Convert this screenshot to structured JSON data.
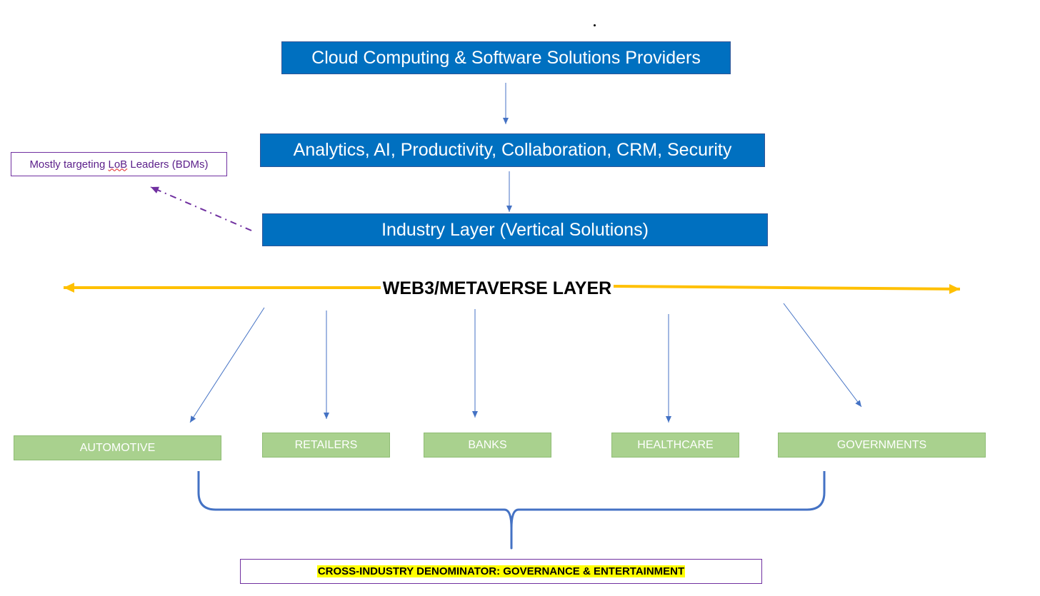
{
  "top_layers": {
    "cloud": "Cloud Computing & Software Solutions Providers",
    "analytics": "Analytics, AI, Productivity, Collaboration, CRM, Security",
    "industry": "Industry Layer (Vertical Solutions)"
  },
  "side_note": {
    "prefix": "Mostly targeting ",
    "lob": "LoB",
    "suffix": " Leaders (BDMs)"
  },
  "web3_layer": "WEB3/METAVERSE LAYER",
  "industries": [
    "AUTOMOTIVE",
    "RETAILERS",
    "BANKS",
    "HEALTHCARE",
    "GOVERNMENTS"
  ],
  "cross_industry": "CROSS-INDUSTRY DENOMINATOR: GOVERNANCE & ENTERTAINMENT",
  "colors": {
    "layer_blue": "#0070C0",
    "industry_green": "#A9D18E",
    "web3_arrow": "#FFC000",
    "connector_blue": "#4472C4",
    "note_purple": "#7030A0",
    "highlight": "#FFFF00"
  }
}
